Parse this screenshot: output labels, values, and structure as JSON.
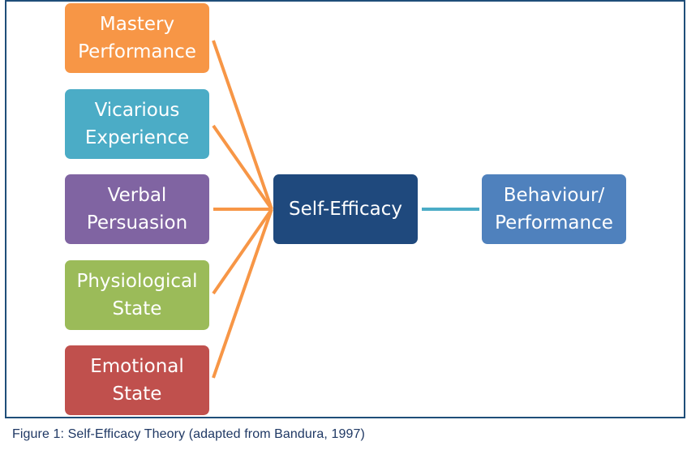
{
  "diagram": {
    "sources": [
      {
        "label": "Mastery\nPerformance",
        "color": "#f79646"
      },
      {
        "label": "Vicarious\nExperience",
        "color": "#4bacc6"
      },
      {
        "label": "Verbal\nPersuasion",
        "color": "#8064a2"
      },
      {
        "label": "Physiological\nState",
        "color": "#9bbb59"
      },
      {
        "label": "Emotional\nState",
        "color": "#c0504d"
      }
    ],
    "center": {
      "label": "Self-Efficacy",
      "color": "#1f497d"
    },
    "outcome": {
      "label": "Behaviour/\nPerformance",
      "color": "#4f81bd"
    },
    "connector_colors": {
      "sources": "#f79646",
      "outcome": "#4bacc6"
    },
    "frame_color": "#1f4e79"
  },
  "caption": "Figure 1: Self-Efficacy Theory (adapted  from Bandura,  1997)"
}
